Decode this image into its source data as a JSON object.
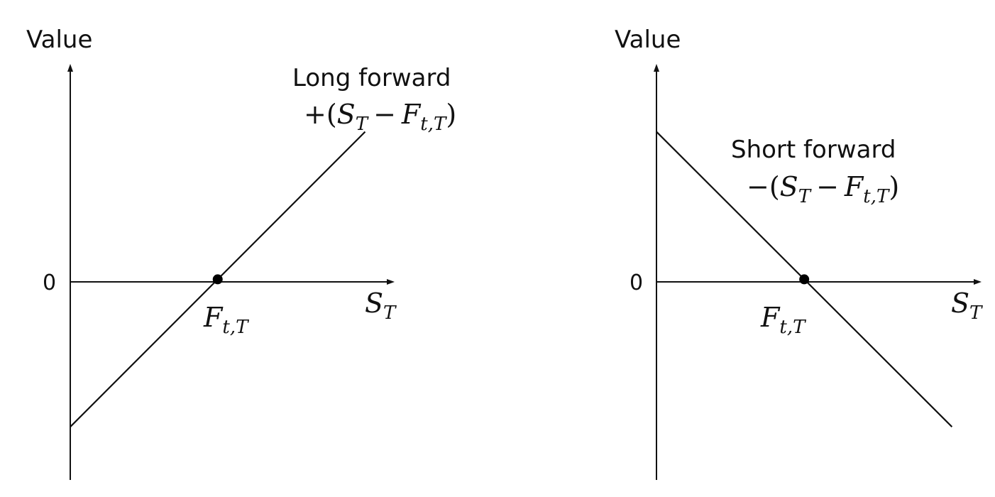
{
  "chart_data": [
    {
      "type": "line",
      "title": "",
      "ylabel": "Value",
      "xlabel": "S_T",
      "y_zero_tick": "0",
      "point_label": "F_{t,T}",
      "series": [
        {
          "name": "Long forward",
          "formula": "+(S_T − F_{t,T})",
          "x": [
            -1,
            1
          ],
          "y": [
            -1,
            1
          ]
        }
      ],
      "xlim": [
        -1,
        1.2
      ],
      "ylim": [
        -1.36,
        1.46
      ],
      "marked_point": {
        "x": 0,
        "y": 0
      },
      "grid": false,
      "annotation": {
        "title": "Long forward",
        "sign": "+",
        "s_label": "S",
        "t_sub": "T",
        "minus": "−",
        "f_label": "F",
        "f_sub": "t,T"
      },
      "axis_x_label": {
        "s_label": "S",
        "t_sub": "T"
      },
      "dot_label": {
        "f_label": "F",
        "f_sub": "t,T"
      }
    },
    {
      "type": "line",
      "title": "",
      "ylabel": "Value",
      "xlabel": "S_T",
      "y_zero_tick": "0",
      "point_label": "F_{t,T}",
      "series": [
        {
          "name": "Short forward",
          "formula": "−(S_T − F_{t,T})",
          "x": [
            -1,
            1
          ],
          "y": [
            1,
            -1
          ]
        }
      ],
      "xlim": [
        -1,
        1.2
      ],
      "ylim": [
        -1.36,
        1.46
      ],
      "marked_point": {
        "x": 0,
        "y": 0
      },
      "grid": false,
      "annotation": {
        "title": "Short forward",
        "sign": "−",
        "s_label": "S",
        "t_sub": "T",
        "minus": "−",
        "f_label": "F",
        "f_sub": "t,T"
      },
      "axis_x_label": {
        "s_label": "S",
        "t_sub": "T"
      },
      "dot_label": {
        "f_label": "F",
        "f_sub": "t,T"
      }
    }
  ]
}
